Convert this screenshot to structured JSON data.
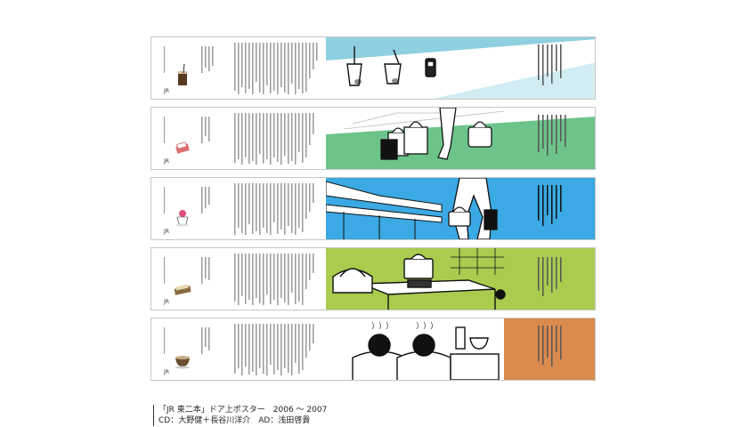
{
  "posters": [
    {
      "id": "cafe",
      "color": "#8fd0e0",
      "icon": "iced-coffee-icon"
    },
    {
      "id": "shopping",
      "color": "#6dc48a",
      "icon": "sweets-box-icon"
    },
    {
      "id": "train",
      "color": "#3aa9e4",
      "icon": "cupcake-icon"
    },
    {
      "id": "office",
      "color": "#a9cc4f",
      "icon": "snack-bar-icon"
    },
    {
      "id": "lunch",
      "color": "#db8a4e",
      "icon": "bowl-icon"
    }
  ],
  "caption": {
    "line1": "「JR 東二本」ドア上ポスター　2006 〜 2007",
    "line2": "CD：大野健＋長谷川洋介　AD：浅田啓貴"
  }
}
